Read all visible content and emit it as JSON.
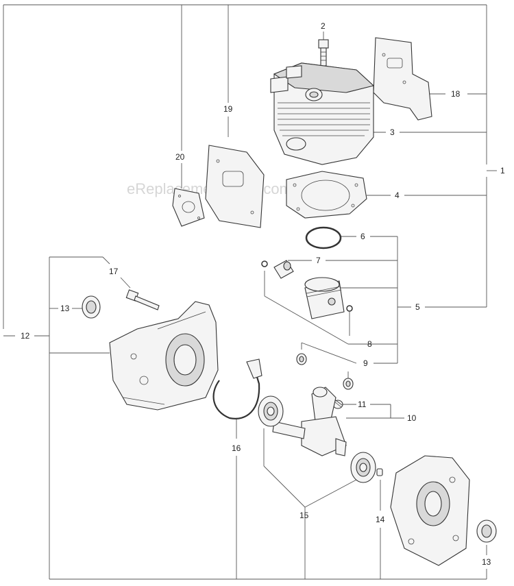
{
  "watermark": "eReplacementParts.com",
  "callouts": {
    "c1": "1",
    "c2": "2",
    "c3": "3",
    "c4": "4",
    "c5": "5",
    "c6": "6",
    "c7": "7",
    "c8": "8",
    "c9": "9",
    "c10": "10",
    "c11": "11",
    "c12": "12",
    "c13a": "13",
    "c13b": "13",
    "c14": "14",
    "c15": "15",
    "c16": "16",
    "c17": "17",
    "c18": "18",
    "c19": "19",
    "c20": "20"
  }
}
